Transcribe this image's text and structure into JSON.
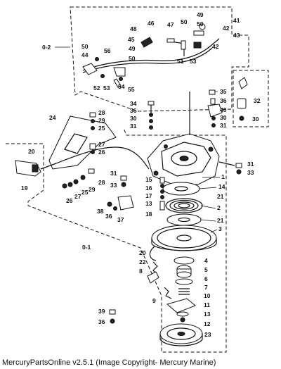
{
  "footer": "MercuryPartsOnline v2.5.1 (Image Copyright- Mercury Marine)",
  "labels": {
    "o2": "0-2",
    "o1": "0-1",
    "n49a": "49",
    "n50a": "50",
    "n41": "41",
    "n42a": "42",
    "n43": "43",
    "n48": "48",
    "n46": "46",
    "n47": "47",
    "n45": "45",
    "n50b": "50",
    "n42b": "42",
    "n44": "44",
    "n56": "56",
    "n49b": "49",
    "n50c": "50",
    "n51": "51",
    "n53a": "53",
    "n52": "52",
    "n53b": "53",
    "n54": "54",
    "n55": "55",
    "n50d": "50",
    "n35": "35",
    "n36a": "36",
    "n40": "40",
    "n30a": "30",
    "n31a": "31",
    "n32": "32",
    "n30b": "30",
    "n34": "34",
    "n36b": "36",
    "n30c": "30",
    "n31b": "31",
    "n28a": "28",
    "n29a": "29",
    "n25a": "25",
    "n24": "24",
    "n27a": "27",
    "n26a": "26",
    "n20a": "20",
    "n19": "19",
    "n31c": "31",
    "n33a": "33",
    "n31d": "31",
    "n33b": "33",
    "n15": "15",
    "n16": "16",
    "n17": "17",
    "n13a": "13",
    "n18": "18",
    "n1": "1",
    "n14": "14",
    "n21a": "21",
    "n2": "2",
    "n21b": "21",
    "n3": "3",
    "n28b": "28",
    "n29b": "29",
    "n25b": "25",
    "n27b": "27",
    "n26b": "26",
    "n38": "38",
    "n36c": "36",
    "n37": "37",
    "n20b": "20",
    "n22": "22",
    "n8": "8",
    "n4": "4",
    "n5": "5",
    "n6": "6",
    "n7": "7",
    "n9": "9",
    "n10": "10",
    "n11": "11",
    "n13b": "13",
    "n39": "39",
    "n36d": "36",
    "n12": "12",
    "n23": "23"
  }
}
